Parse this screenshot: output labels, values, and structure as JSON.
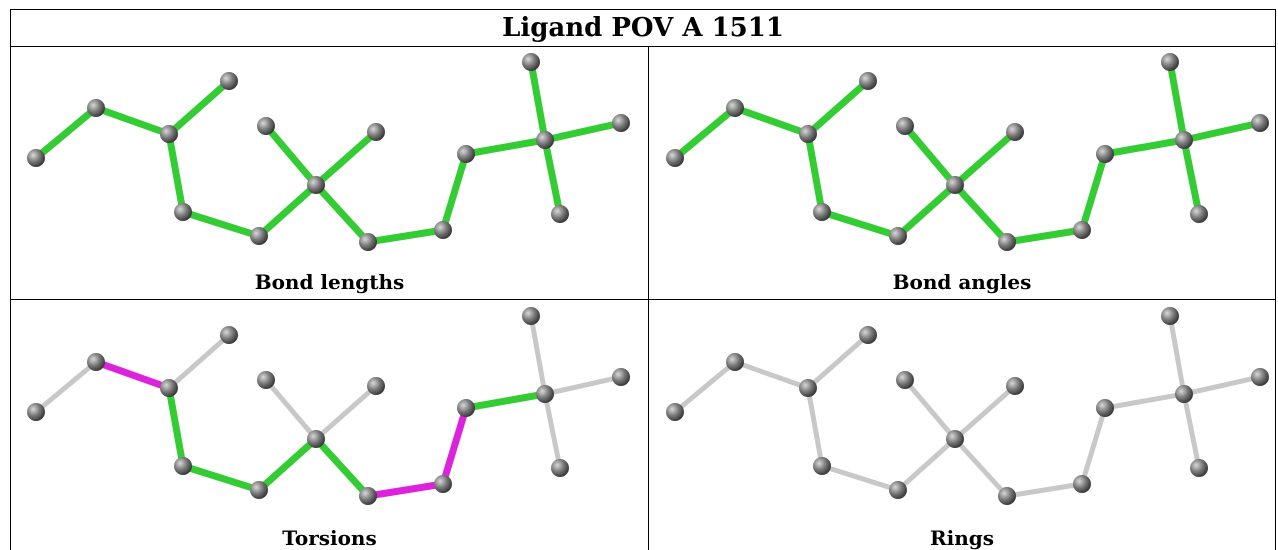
{
  "title": "Ligand POV A 1511",
  "colors": {
    "validated_bond": "#33cc33",
    "outlier_bond": "#dd22dd",
    "unassessed_bond": "#c8c8c8",
    "atom": "#7a7a7a"
  },
  "panels": [
    {
      "caption": "Bond lengths",
      "highlight": "green"
    },
    {
      "caption": "Bond angles",
      "highlight": "green"
    },
    {
      "caption": "Torsions",
      "highlight": "mixed"
    },
    {
      "caption": "Rings",
      "highlight": "grey"
    }
  ]
}
